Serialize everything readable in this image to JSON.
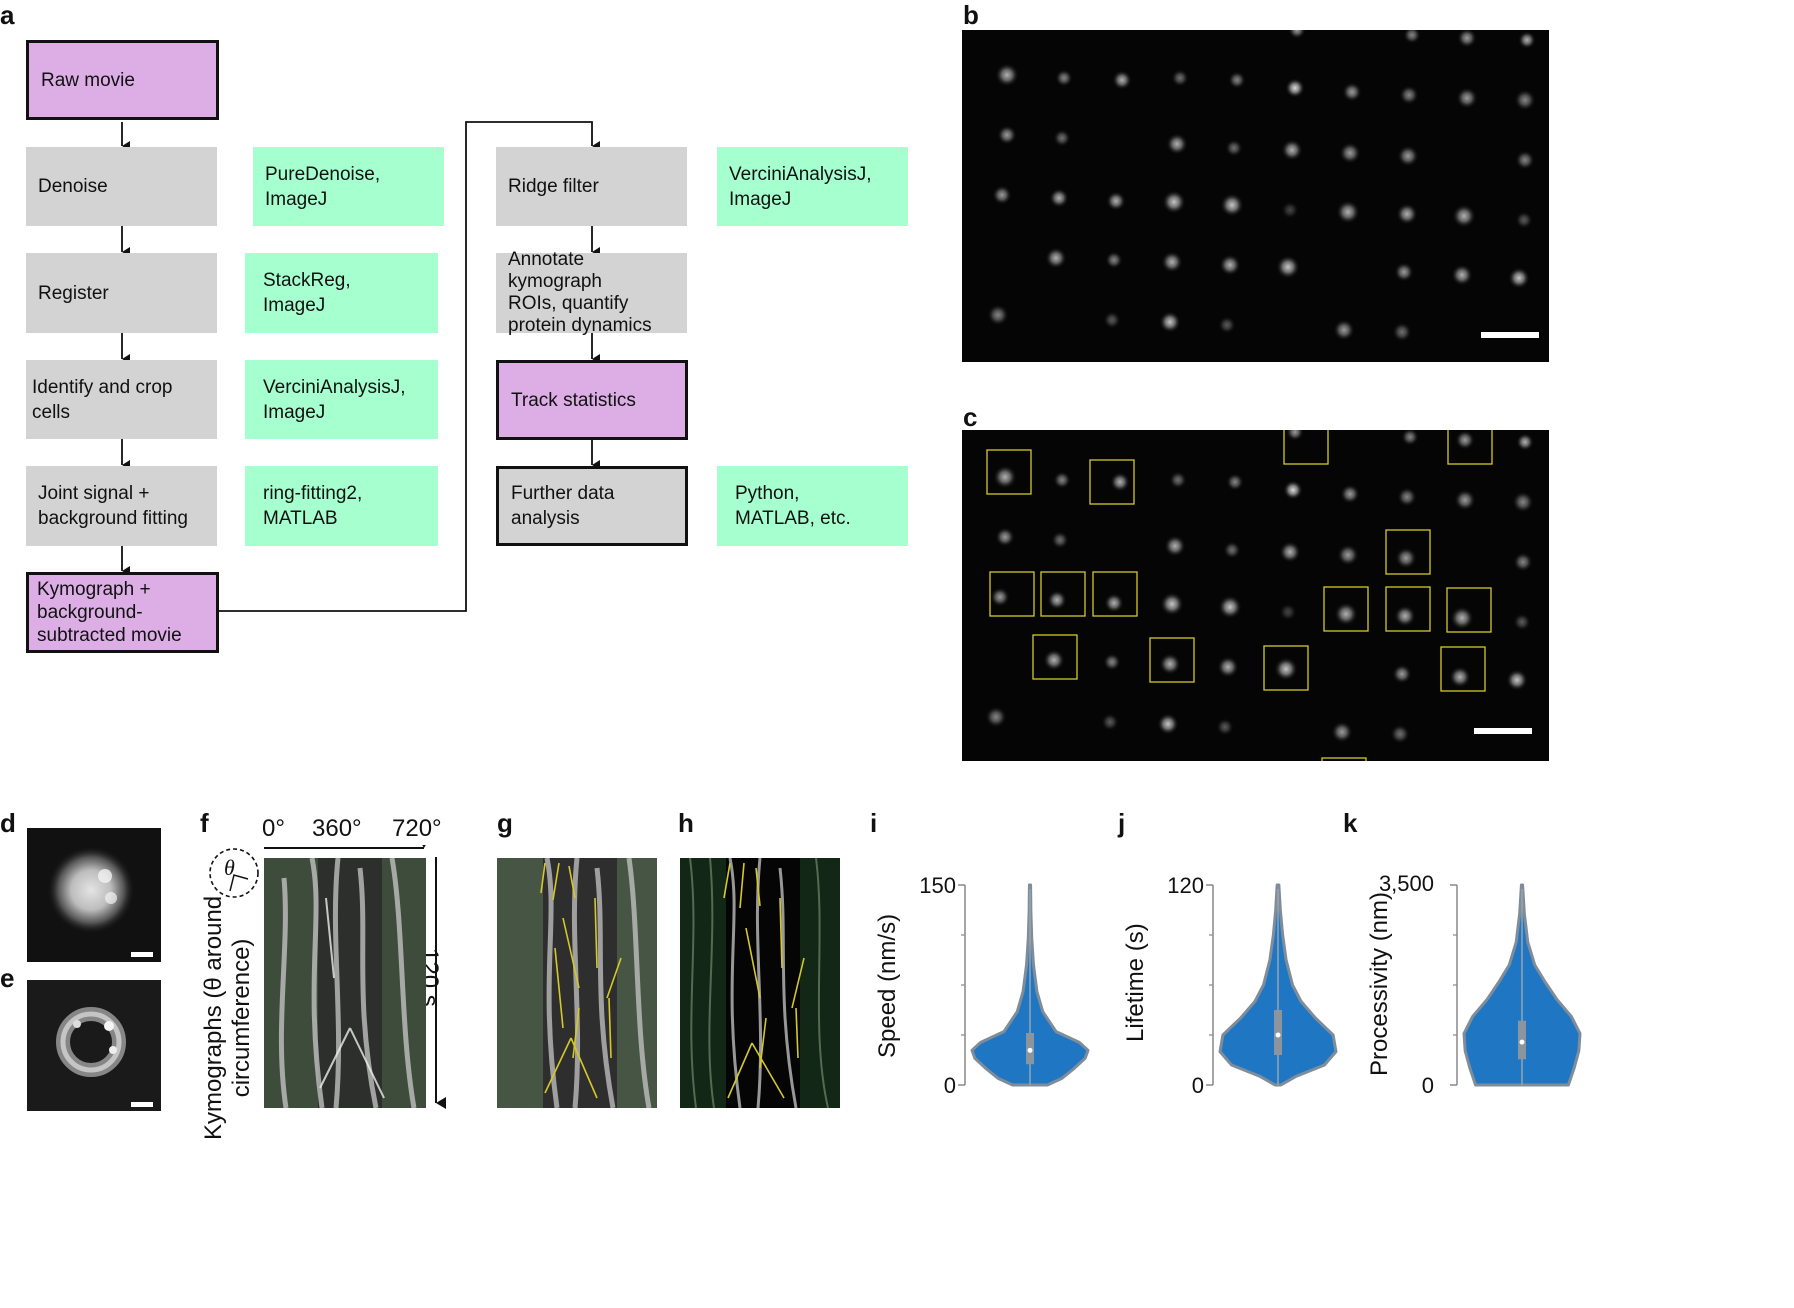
{
  "panel_labels": {
    "a": "a",
    "b": "b",
    "c": "c",
    "d": "d",
    "e": "e",
    "f": "f",
    "g": "g",
    "h": "h",
    "i": "i",
    "j": "j",
    "k": "k"
  },
  "flowchart": {
    "raw_movie": "Raw movie",
    "denoise": "Denoise",
    "denoise_tool": "PureDenoise,\nImageJ",
    "register": "Register",
    "register_tool": "StackReg,\nImageJ",
    "identify": "Identify and crop\ncells",
    "identify_tool": "VerciniAnalysisJ,\nImageJ",
    "joint": "Joint signal +\nbackground fitting",
    "joint_tool": "ring-fitting2,\nMATLAB",
    "kymograph": "Kymograph +\nbackground-\nsubtracted movie",
    "ridge": "Ridge filter",
    "ridge_tool": "VerciniAnalysisJ,\nImageJ",
    "annotate": "Annotate kymograph\nROIs, quantify\nprotein dynamics",
    "track": "Track statistics",
    "further": "Further data\nanalysis",
    "further_tool": "Python,\nMATLAB, etc."
  },
  "colors": {
    "process": "#d3d3d3",
    "terminal": "#ddaee6",
    "tool": "#a6ffcf",
    "violin": "#1f77c4",
    "violin_edge": "#7f8c99",
    "roi": "#d4c82a"
  },
  "kymo_axis": {
    "deg0": "0°",
    "deg360": "360°",
    "deg720": "720°",
    "time": "120 s",
    "ylabel": "Kymographs (θ around\ncircumference)",
    "theta": "θ"
  },
  "chart_data": [
    {
      "type": "violin",
      "ylabel": "Speed (nm/s)",
      "ylim": [
        0,
        150
      ],
      "yticks": [
        "0",
        "150"
      ],
      "median": 26,
      "profile": [
        [
          0,
          0.3
        ],
        [
          5,
          0.55
        ],
        [
          12,
          0.75
        ],
        [
          20,
          0.95
        ],
        [
          26,
          1.0
        ],
        [
          32,
          0.85
        ],
        [
          40,
          0.45
        ],
        [
          55,
          0.22
        ],
        [
          70,
          0.12
        ],
        [
          90,
          0.06
        ],
        [
          110,
          0.03
        ],
        [
          130,
          0.015
        ],
        [
          150,
          0.01
        ]
      ]
    },
    {
      "type": "violin",
      "ylabel": "Lifetime (s)",
      "ylim": [
        0,
        120
      ],
      "yticks": [
        "0",
        "120"
      ],
      "median": 30,
      "profile": [
        [
          0,
          0.05
        ],
        [
          5,
          0.3
        ],
        [
          12,
          0.8
        ],
        [
          20,
          1.0
        ],
        [
          30,
          0.95
        ],
        [
          40,
          0.65
        ],
        [
          50,
          0.4
        ],
        [
          60,
          0.25
        ],
        [
          75,
          0.14
        ],
        [
          90,
          0.08
        ],
        [
          105,
          0.04
        ],
        [
          120,
          0.015
        ]
      ]
    },
    {
      "type": "violin",
      "ylabel": "Processivity (nm)",
      "ylim": [
        0,
        3500
      ],
      "yticks": [
        "0",
        "3,500"
      ],
      "median": 750,
      "profile": [
        [
          0,
          0.8
        ],
        [
          150,
          0.85
        ],
        [
          300,
          0.9
        ],
        [
          600,
          0.98
        ],
        [
          900,
          1.0
        ],
        [
          1200,
          0.85
        ],
        [
          1500,
          0.6
        ],
        [
          1800,
          0.4
        ],
        [
          2100,
          0.22
        ],
        [
          2500,
          0.1
        ],
        [
          3000,
          0.04
        ],
        [
          3500,
          0.01
        ]
      ]
    }
  ]
}
